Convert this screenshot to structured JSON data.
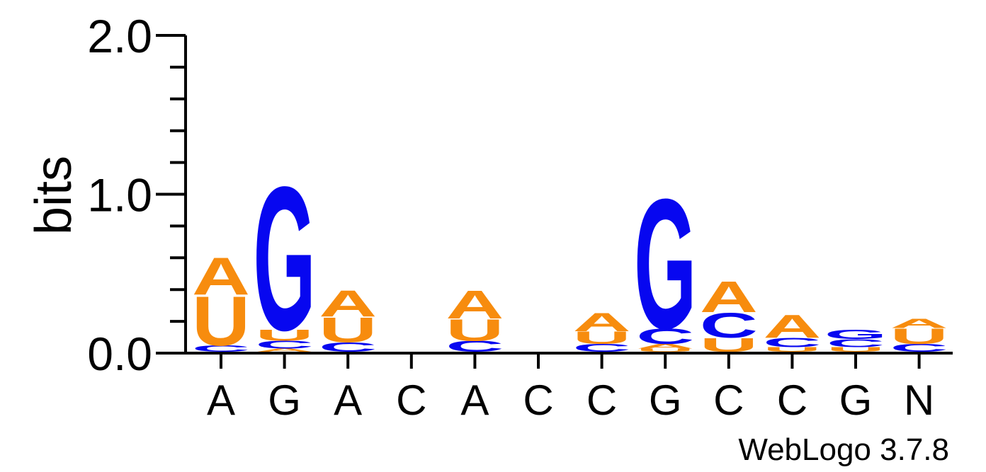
{
  "chart_data": {
    "type": "sequence-logo",
    "ylabel": "bits",
    "ylim": [
      0,
      2.0
    ],
    "y_ticks": [
      "0.0",
      "1.0",
      "2.0"
    ],
    "x_tick_labels": [
      "A",
      "G",
      "A",
      "C",
      "A",
      "C",
      "C",
      "G",
      "C",
      "C",
      "G",
      "N"
    ],
    "colors": {
      "A": "#f78c0e",
      "U": "#f78c0e",
      "G": "#0707f0",
      "C": "#0707f0"
    },
    "stacks": [
      [
        {
          "letter": "C",
          "height": 0.04
        },
        {
          "letter": "U",
          "height": 0.32
        },
        {
          "letter": "A",
          "height": 0.24
        }
      ],
      [
        {
          "letter": "A",
          "height": 0.02
        },
        {
          "letter": "C",
          "height": 0.05
        },
        {
          "letter": "U",
          "height": 0.07
        },
        {
          "letter": "G",
          "height": 0.93
        }
      ],
      [
        {
          "letter": "C",
          "height": 0.06
        },
        {
          "letter": "U",
          "height": 0.16
        },
        {
          "letter": "A",
          "height": 0.17
        }
      ],
      [],
      [
        {
          "letter": "C",
          "height": 0.07
        },
        {
          "letter": "U",
          "height": 0.14
        },
        {
          "letter": "A",
          "height": 0.18
        }
      ],
      [],
      [
        {
          "letter": "C",
          "height": 0.05
        },
        {
          "letter": "U",
          "height": 0.08
        },
        {
          "letter": "A",
          "height": 0.12
        }
      ],
      [
        {
          "letter": "U",
          "height": 0.02
        },
        {
          "letter": "A",
          "height": 0.03
        },
        {
          "letter": "C",
          "height": 0.1
        },
        {
          "letter": "G",
          "height": 0.84
        }
      ],
      [
        {
          "letter": "U",
          "height": 0.09
        },
        {
          "letter": "C",
          "height": 0.16
        },
        {
          "letter": "A",
          "height": 0.2
        }
      ],
      [
        {
          "letter": "U",
          "height": 0.03
        },
        {
          "letter": "C",
          "height": 0.06
        },
        {
          "letter": "A",
          "height": 0.15
        }
      ],
      [
        {
          "letter": "U",
          "height": 0.03
        },
        {
          "letter": "C",
          "height": 0.05
        },
        {
          "letter": "G",
          "height": 0.06
        }
      ],
      [
        {
          "letter": "C",
          "height": 0.05
        },
        {
          "letter": "U",
          "height": 0.1
        },
        {
          "letter": "A",
          "height": 0.06
        }
      ]
    ]
  },
  "footer": {
    "credit": "WebLogo 3.7.8"
  }
}
